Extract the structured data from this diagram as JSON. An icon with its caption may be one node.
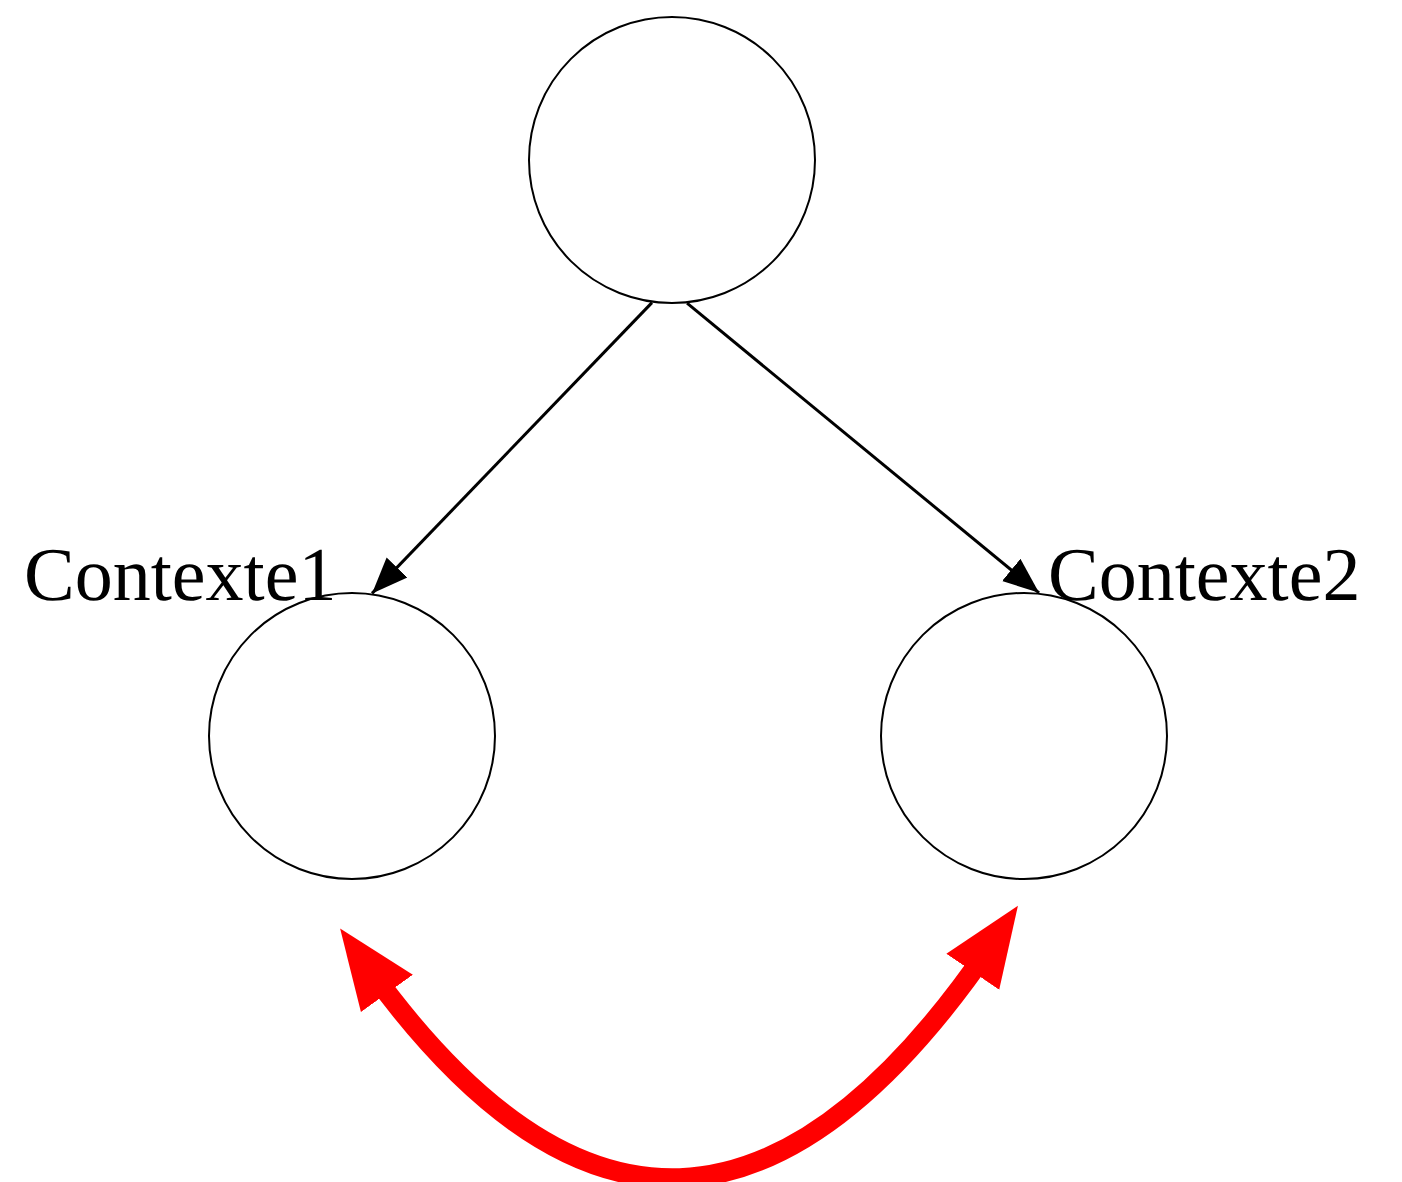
{
  "diagram": {
    "nodes": [
      {
        "text": [],
        "shape": "circle"
      },
      {
        "text": [
          "Contexte1"
        ]
      },
      {
        "text": [
          "Contexte2"
        ]
      }
    ],
    "edges": [
      {
        "from": 0,
        "to": 1,
        "arrow": "to"
      },
      {
        "from": 0,
        "to": 2,
        "arrow": "to"
      },
      {
        "from": 1,
        "to": 2,
        "arrow": "both",
        "style": "thick",
        "color": "#ff0000"
      }
    ]
  }
}
